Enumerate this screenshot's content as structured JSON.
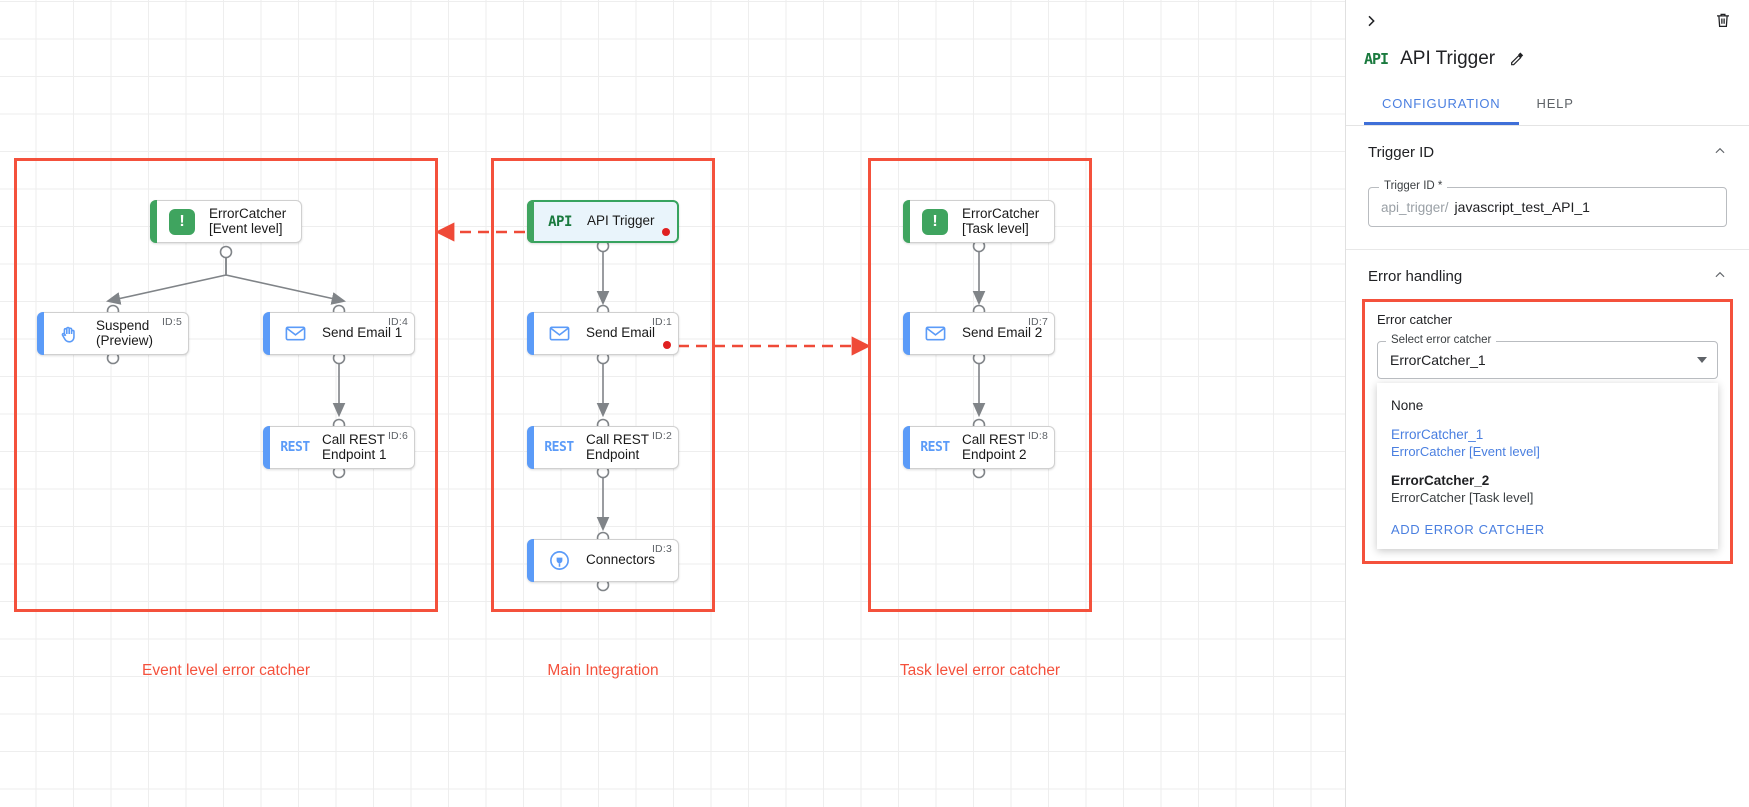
{
  "panel": {
    "collapse_icon": "chevron-right-icon",
    "delete_icon": "trash-icon",
    "node_icon_text": "API",
    "title": "API Trigger",
    "edit_icon": "pencil-icon",
    "tabs": [
      {
        "label": "CONFIGURATION",
        "active": true
      },
      {
        "label": "HELP",
        "active": false
      }
    ],
    "trigger_id_section": {
      "heading": "Trigger ID",
      "collapse_caret": "chevron-up-icon",
      "field_legend": "Trigger ID *",
      "prefix": "api_trigger/",
      "value": "javascript_test_API_1"
    },
    "error_handling_section": {
      "heading": "Error handling",
      "collapse_caret": "chevron-up-icon",
      "box_title": "Error catcher",
      "select_legend": "Select error catcher",
      "selected_value": "ErrorCatcher_1",
      "dropdown_open": true,
      "options": [
        {
          "main": "None",
          "sub": "",
          "selected": false
        },
        {
          "main": "ErrorCatcher_1",
          "sub": "ErrorCatcher [Event level]",
          "selected": true
        },
        {
          "main": "ErrorCatcher_2",
          "sub": "ErrorCatcher [Task level]",
          "selected": false
        }
      ],
      "add_action": "ADD ERROR CATCHER"
    }
  },
  "canvas": {
    "groups": [
      {
        "label": "Event level error catcher"
      },
      {
        "label": "Main Integration"
      },
      {
        "label": "Task level error catcher"
      }
    ],
    "nodes": {
      "error_catcher_event": {
        "title": "ErrorCatcher\n[Event level]",
        "icon": "exclamation-badge-icon",
        "id": ""
      },
      "suspend": {
        "title": "Suspend\n(Preview)",
        "icon": "hand-icon",
        "id": "ID:5"
      },
      "send_email_1": {
        "title": "Send Email 1",
        "icon": "envelope-icon",
        "id": "ID:4"
      },
      "call_rest_1": {
        "title": "Call REST\nEndpoint 1",
        "icon": "rest-icon",
        "id": "ID:6"
      },
      "api_trigger": {
        "title": "API Trigger",
        "icon": "api-icon",
        "id": ""
      },
      "send_email": {
        "title": "Send Email",
        "icon": "envelope-icon",
        "id": "ID:1"
      },
      "call_rest": {
        "title": "Call REST\nEndpoint",
        "icon": "rest-icon",
        "id": "ID:2"
      },
      "connectors": {
        "title": "Connectors",
        "icon": "connector-icon",
        "id": "ID:3"
      },
      "error_catcher_task": {
        "title": "ErrorCatcher\n[Task level]",
        "icon": "exclamation-badge-icon",
        "id": ""
      },
      "send_email_2": {
        "title": "Send Email 2",
        "icon": "envelope-icon",
        "id": "ID:7"
      },
      "call_rest_2": {
        "title": "Call REST\nEndpoint 2",
        "icon": "rest-icon",
        "id": "ID:8"
      }
    }
  },
  "colors": {
    "error_red": "#f4513c",
    "accent_blue": "#5b9bf8",
    "accent_green": "#3fa45f",
    "link_blue": "#4a7fe0",
    "dot_red": "#e02020"
  }
}
